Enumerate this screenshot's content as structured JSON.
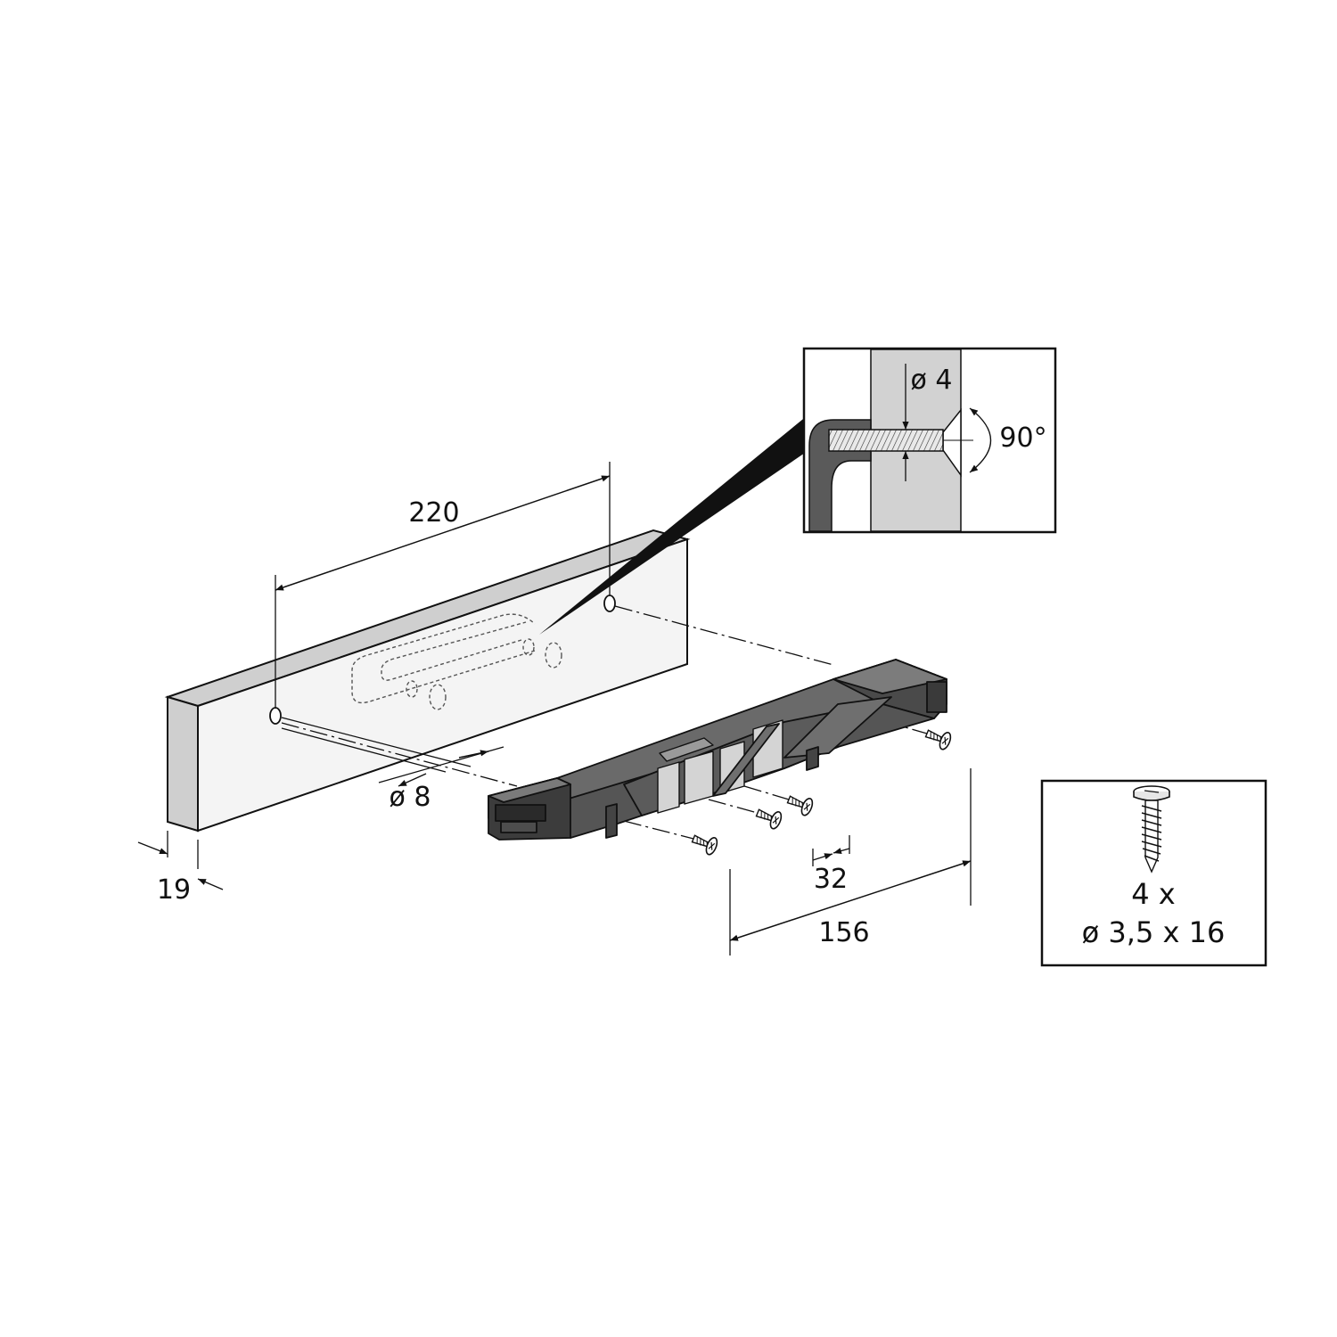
{
  "dimensions": {
    "hole_spacing": "220",
    "panel_thickness": "19",
    "hole_diameter": "ø 8",
    "screw_offset": "32",
    "bracket_length": "156"
  },
  "detail": {
    "pilot_hole": "ø 4",
    "countersink_angle": "90°"
  },
  "package": {
    "quantity": "4 x",
    "screw_size": "ø 3,5 x 16"
  },
  "colors": {
    "panel_face": "#f4f4f4",
    "panel_edge": "#cfcfcf",
    "bracket": "#5b5b5b",
    "bracket_dark": "#2e2e2e",
    "line": "#111111"
  },
  "icons": [
    "screw-icon"
  ]
}
